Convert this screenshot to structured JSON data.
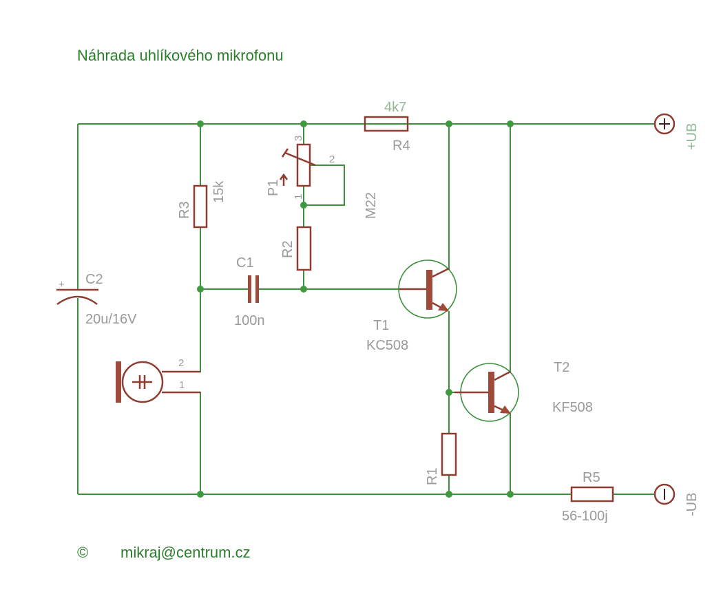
{
  "title": "Náhrada  uhlíkového mikrofonu",
  "footer": {
    "copyright": "©",
    "email": "mikraj@centrum.cz"
  },
  "colors": {
    "wire": "#3c8f3c",
    "component": "#8e3b30",
    "label": "#9a9a9a",
    "title": "#2a7d2a"
  },
  "components": {
    "R4": {
      "name": "R4",
      "value": "4k7"
    },
    "R3": {
      "name": "R3",
      "value": "15k"
    },
    "P1": {
      "name": "P1",
      "value": "M22",
      "pin1": "1",
      "pin2": "2",
      "pin3": "3"
    },
    "R2": {
      "name": "R2"
    },
    "C1": {
      "name": "C1",
      "value": "100n"
    },
    "C2": {
      "name": "C2",
      "value": "20u/16V",
      "polarity": "+"
    },
    "T1": {
      "name": "T1",
      "value": "KC508"
    },
    "T2": {
      "name": "T2",
      "value": "KF508"
    },
    "R1": {
      "name": "R1"
    },
    "R5": {
      "name": "R5",
      "value": "56-100j"
    },
    "MIC": {
      "pin1": "1",
      "pin2": "2"
    }
  },
  "terminals": {
    "plus": "+UB",
    "minus": "-UB"
  }
}
